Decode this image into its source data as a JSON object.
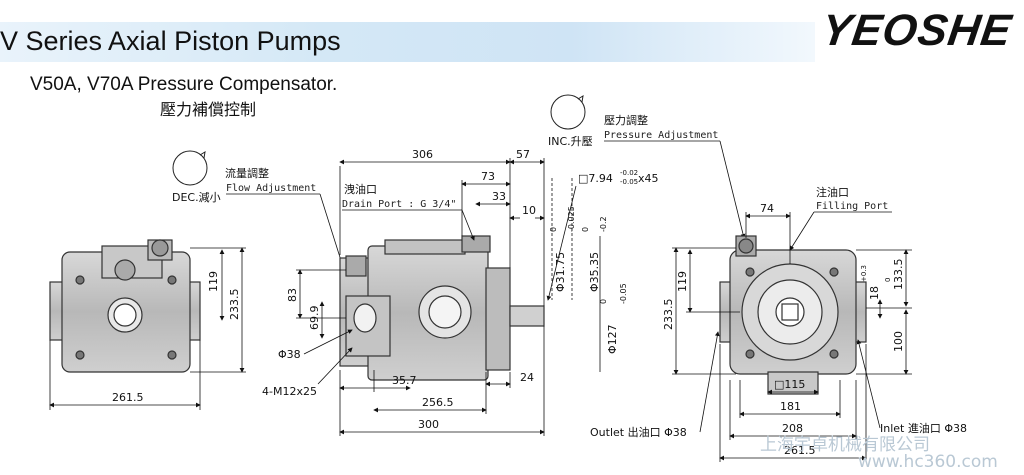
{
  "header": {
    "title": "V Series Axial Piston Pumps",
    "logo": "YEOSHE",
    "subtitle": "V50A, V70A Pressure Compensator.",
    "subtitle_cn": "壓力補償控制"
  },
  "annotations": {
    "inc": "INC.升壓",
    "pressure_cn": "壓力調整",
    "pressure_en": "Pressure Adjustment",
    "dec": "DEC.減小",
    "flow_cn": "流量調整",
    "flow_en": "Flow Adjustment",
    "drain_cn": "洩油口",
    "drain_en": "Drain Port : G 3/4\"",
    "filling_cn": "注油口",
    "filling_en": "Filling Port",
    "square_key": "□7.94",
    "square_key_tol_top": "-0.02",
    "square_key_tol_bot": "-0.05",
    "square_key_len": "x45",
    "bolts": "4-M12x25",
    "bore": "Φ38",
    "outlet": "Outlet 出油口 Φ38",
    "inlet": "Inlet 進油口 Φ38"
  },
  "dimensions": {
    "left": {
      "d2615": "261.5",
      "d119": "119",
      "d2335": "233.5"
    },
    "side": {
      "d306": "306",
      "d57": "57",
      "d73": "73",
      "d33": "33",
      "d10": "10",
      "d83": "83",
      "d699": "69.9",
      "d357": "35.7",
      "d2565": "256.5",
      "d24": "24",
      "d300": "300",
      "shaft1": "Φ31.75",
      "shaft1_tol": "-0.025",
      "shaft1_tol0": "0",
      "shaft2": "Φ35.35",
      "shaft2_tol": "-0.2",
      "shaft2_tol0": "0",
      "shaft3": "Φ127",
      "shaft3_tol": "-0.05",
      "shaft3_tol0": "0"
    },
    "right": {
      "d74": "74",
      "d119": "119",
      "d2335": "233.5",
      "d1335": "133.5",
      "d18": "18",
      "d18_tol_top": "+0.3",
      "d18_tol_bot": "0",
      "d100": "100",
      "d115": "□115",
      "d181": "181",
      "d208": "208",
      "d2615": "261.5"
    }
  },
  "watermark": {
    "line1": "上海宇卓机械有限公司",
    "line2": "www.hc360.com"
  }
}
